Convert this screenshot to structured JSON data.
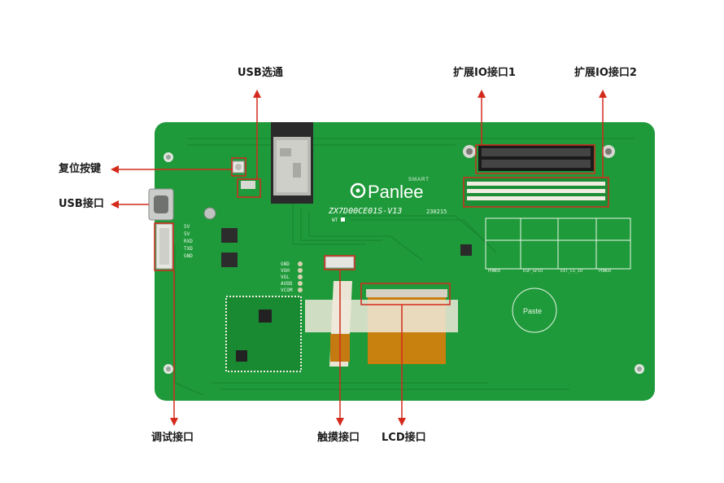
{
  "labels": {
    "usb_select": "USB选通",
    "expand_io_1": "扩展IO接口1",
    "expand_io_2": "扩展IO接口2",
    "reset_button": "复位按键",
    "usb_port": "USB接口",
    "debug_port": "调试接口",
    "touch_port": "触摸接口",
    "lcd_port": "LCD接口"
  },
  "board": {
    "brand_small": "SMART",
    "brand": "Panlee",
    "model": "ZX7D00CE01S-V13",
    "date_code": "230215",
    "wt_mark": "WT",
    "paste_mark": "Paste",
    "power_pins": [
      "GND",
      "VGH",
      "VGL",
      "AVDD",
      "VCOM"
    ],
    "side_pins": [
      "5V",
      "5V",
      "RXD",
      "TXD",
      "GND"
    ],
    "header_sections": [
      "POWER",
      "ESP_GPIO",
      "EXT_L5_IO",
      "POWER"
    ]
  },
  "colors": {
    "pcb": "#1f9a3a",
    "pcb_dark": "#17802e",
    "annotation": "#d42a1c",
    "label_text": "#1a1a1a"
  }
}
